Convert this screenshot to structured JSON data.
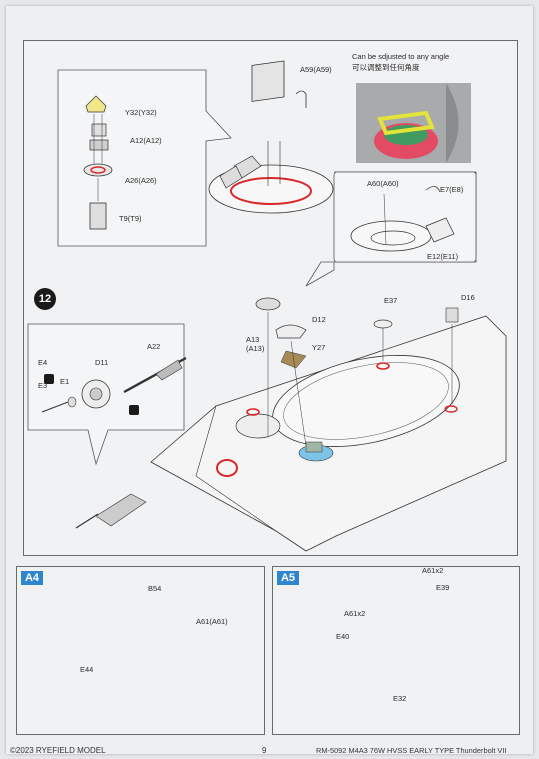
{
  "step": {
    "number": "12"
  },
  "callout_top_left": {
    "labels": {
      "y32": "Y32(Y32)",
      "a12": "A12(A12)",
      "a26": "A26(A26)",
      "t9": "T9(T9)"
    }
  },
  "callout_top_right": {
    "note_en": "Can be sdjusted to any angle",
    "note_zh": "可以调整到任何角度",
    "labels": {
      "a60": "A60(A60)",
      "e7": "E7(E8)",
      "e12": "E12(E11)"
    }
  },
  "hatch": {
    "labels": {
      "a59": "A59(A59)"
    }
  },
  "callout_left": {
    "labels": {
      "e4": "E4",
      "e3": "E3",
      "e1": "E1",
      "d11": "D11",
      "a22": "A22"
    }
  },
  "hull": {
    "labels": {
      "d12": "D12",
      "a13": "A13",
      "a13b": "(A13)",
      "y27": "Y27",
      "e37": "E37",
      "d16": "D16"
    }
  },
  "panel_a4": {
    "tag": "A4",
    "labels": {
      "b54": "B54",
      "a61": "A61(A61)",
      "e44": "E44"
    }
  },
  "panel_a5": {
    "tag": "A5",
    "labels": {
      "a61x2_top": "A61x2",
      "e39": "E39",
      "a61x2_mid": "A61x2",
      "e40": "E40",
      "e32": "E32"
    }
  },
  "footer": {
    "copyright": "©2023 RYEFIELD MODEL",
    "page": "9",
    "product": "RM-5092 M4A3 76W HVSS EARLY TYPE Thunderbolt VII"
  },
  "colors": {
    "tag_blue": "#2f86cf",
    "cement_red": "#d8282b",
    "highlight_blue": "#7cc3e8",
    "photo_yellow": "#e3e43a"
  }
}
